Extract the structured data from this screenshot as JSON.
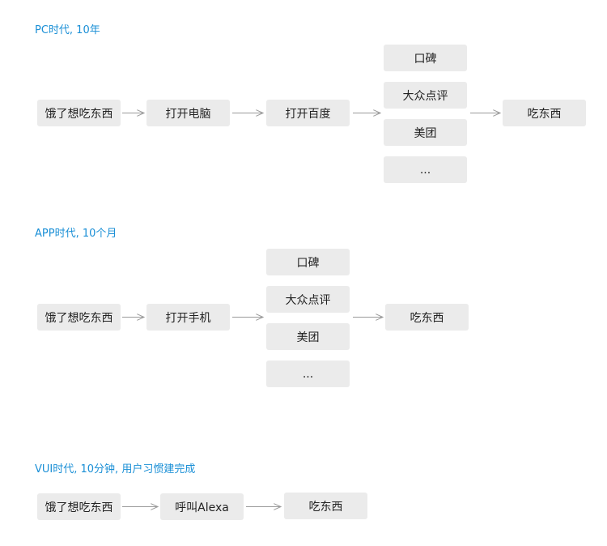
{
  "colors": {
    "title": "#1a8fd6",
    "box_bg": "#ebebeb",
    "text": "#222222",
    "arrow": "#9a9a9a"
  },
  "sections": [
    {
      "title": "PC时代, 10年",
      "steps": [
        "饿了想吃东西",
        "打开电脑",
        "打开百度"
      ],
      "options": [
        "口碑",
        "大众点评",
        "美团",
        "..."
      ],
      "result": "吃东西"
    },
    {
      "title": "APP时代, 10个月",
      "steps": [
        "饿了想吃东西",
        "打开手机"
      ],
      "options": [
        "口碑",
        "大众点评",
        "美团",
        "..."
      ],
      "result": "吃东西"
    },
    {
      "title": "VUI时代, 10分钟, 用户习惯建完成",
      "steps": [
        "饿了想吃东西",
        "呼叫Alexa"
      ],
      "result": "吃东西"
    }
  ]
}
